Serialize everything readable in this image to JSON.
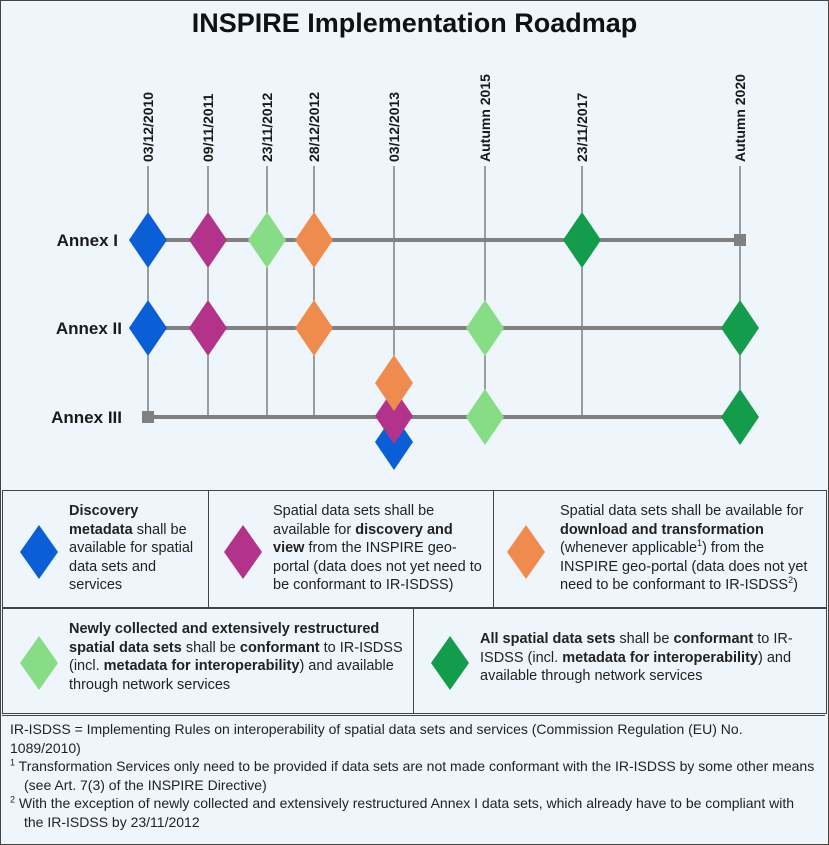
{
  "title": "INSPIRE Implementation Roadmap",
  "colors": {
    "blue": "#0b5fd6",
    "purple": "#b4338a",
    "orange": "#f08b4e",
    "lightgreen": "#86dd86",
    "darkgreen": "#129c4c",
    "line": "#808080"
  },
  "dates": [
    "03/12/2010",
    "09/11/2011",
    "23/11/2012",
    "28/12/2012",
    "03/12/2013",
    "Autumn 2015",
    "23/11/2017",
    "Autumn 2020"
  ],
  "rows": [
    "Annex I",
    "Annex II",
    "Annex III"
  ],
  "legend": {
    "blue": {
      "bold1": "Discovery metadata",
      "text1": " shall be available for spatial data sets and services"
    },
    "purple": {
      "text1": "Spatial data sets shall be available for ",
      "bold1": "discovery and view",
      "text2": " from the INSPIRE geo-portal (data does not yet need to be conformant to IR-ISDSS)"
    },
    "orange": {
      "text1": "Spatial data sets shall be available for ",
      "bold1": "download and transformation",
      "text2": " (whenever applicable",
      "sup1": "1",
      "text3": ") from the INSPIRE geo-portal (data does not yet need to be conformant to IR-ISDSS",
      "sup2": "2",
      "text4": ")"
    },
    "lightgreen": {
      "bold1": "Newly collected and extensively restructured spatial data sets",
      "text1": " shall be ",
      "bold2": "conformant",
      "text2": " to IR-ISDSS (incl. ",
      "bold3": "metadata for interoperability",
      "text3": ") and available through network services"
    },
    "darkgreen": {
      "bold1": "All spatial data sets",
      "text1": " shall be ",
      "bold2": "conformant",
      "text2": " to IR-ISDSS (incl. ",
      "bold3": "metadata for interoperability",
      "text3": ") and available through network services"
    }
  },
  "footnotes": {
    "def": "IR-ISDSS = Implementing Rules on interoperability of spatial data sets and services (Commission Regulation (EU) No. 1089/2010)",
    "n1_mark": "1",
    "n1": "Transformation Services only need to be provided if data sets are not made conformant with the IR-ISDSS by some other means (see Art. 7(3) of the INSPIRE Directive)",
    "n2_mark": "2",
    "n2": "With the exception of newly collected and extensively restructured Annex I data sets, which already have to be compliant with the IR-ISDSS by 23/11/2012"
  }
}
